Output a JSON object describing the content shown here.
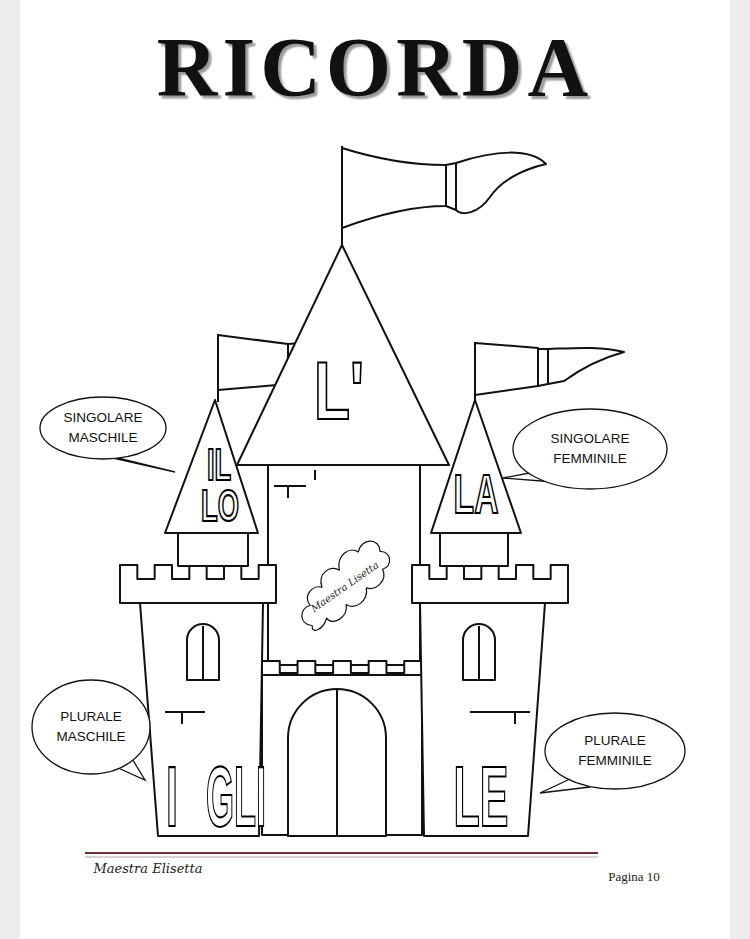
{
  "diagram": {
    "title": "RICORDA",
    "nodes": [
      {
        "text": [
          "SINGOLARE MASCHILE"
        ]
      },
      {
        "text": [
          "SINGOLARE FEMMINILE"
        ]
      },
      {
        "text": [
          "PLURALE MASCHILE"
        ]
      },
      {
        "text": [
          "PLURALE FEMMINILE"
        ]
      }
    ],
    "labels": [
      "L'",
      "IL",
      "LO",
      "LA",
      "I",
      "GLI",
      "LE",
      "Maestra Lisetta",
      "Maestra Elisetta",
      "Pagina 10"
    ]
  }
}
